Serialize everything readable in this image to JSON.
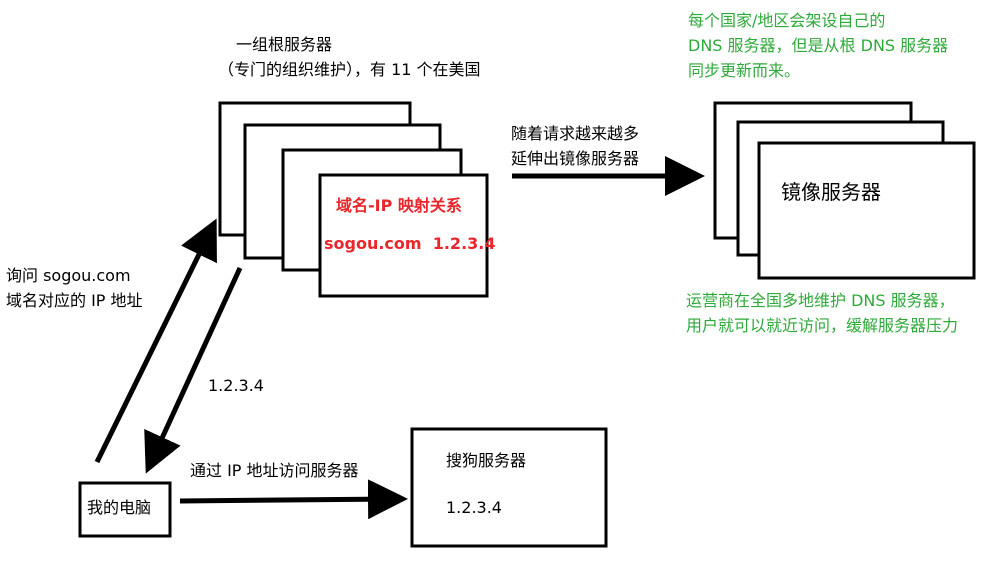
{
  "root_servers": {
    "title_line1": "一组根服务器",
    "title_line2": "（专门的组织维护），有 11 个在美国",
    "mapping_label": "域名-IP 映射关系",
    "mapping_value": "sogou.com  1.2.3.4"
  },
  "mirror": {
    "note_line1": "每个国家/地区会架设自己的",
    "note_line2": "DNS 服务器，但是从根 DNS 服务器",
    "note_line3": "同步更新而来。",
    "arrow_line1": "随着请求越来越多",
    "arrow_line2": "延伸出镜像服务器",
    "box_label": "镜像服务器",
    "bottom_line1": "运营商在全国多地维护 DNS 服务器，",
    "bottom_line2": "用户就可以就近访问，缓解服务器压力"
  },
  "query": {
    "line1": "询问 sogou.com",
    "line2": "域名对应的 IP 地址",
    "answer": "1.2.3.4"
  },
  "my_pc": {
    "label": "我的电脑"
  },
  "access": {
    "label": "通过 IP 地址访问服务器"
  },
  "sogou_server": {
    "title": "搜狗服务器",
    "ip": "1.2.3.4"
  },
  "colors": {
    "green_note": "#2eaa3a",
    "red_mapping": "#e8262b"
  }
}
